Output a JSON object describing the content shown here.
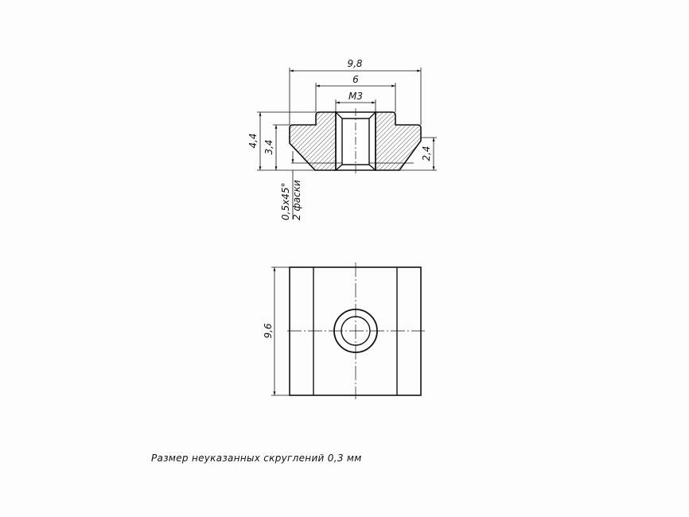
{
  "drawing": {
    "section_view": {
      "dim_overall_width": "9,8",
      "dim_top_width": "6",
      "dim_thread": "M3",
      "dim_total_height": "4,4",
      "dim_shoulder_height": "3,4",
      "dim_flange_height": "2,4",
      "chamfer_note_line1": "0,5x45°",
      "chamfer_note_line2": "2 фаски"
    },
    "plan_view": {
      "dim_length": "9,6"
    },
    "note": "Размер неуказанных скруглений 0,3 мм"
  }
}
